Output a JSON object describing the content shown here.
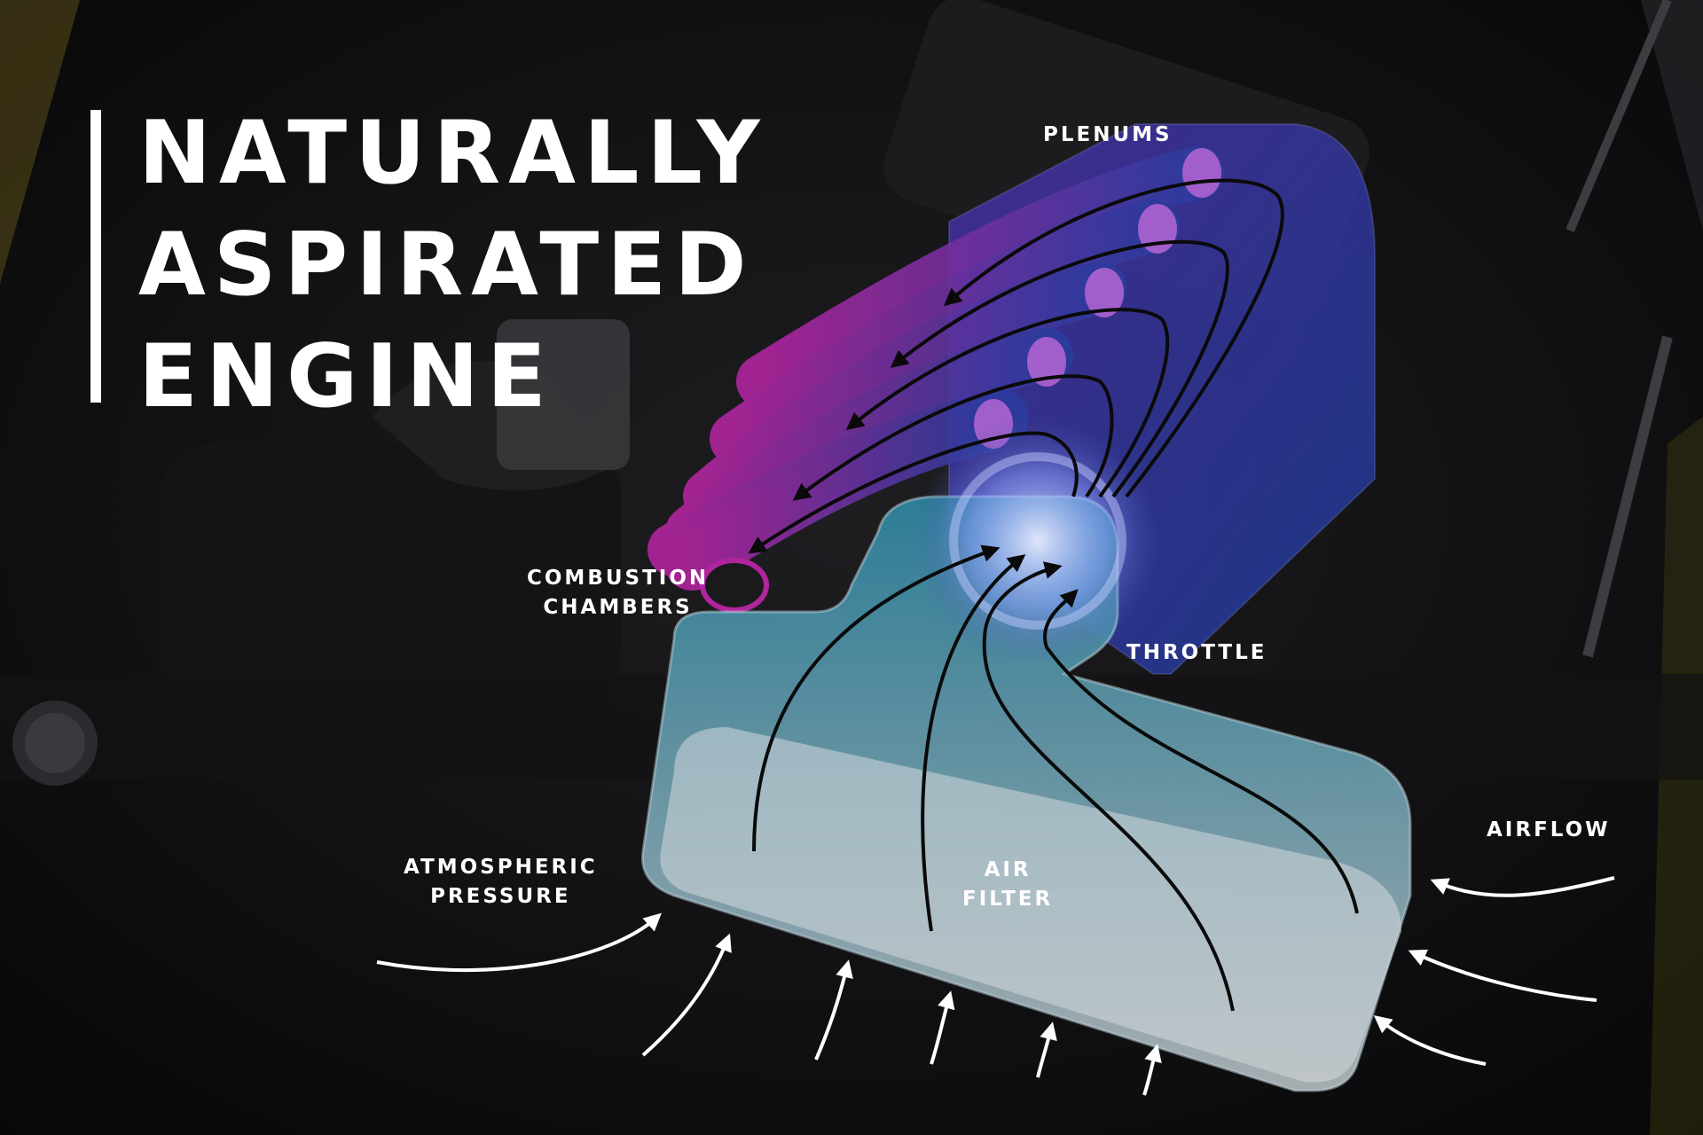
{
  "title": {
    "line1": "NATURALLY",
    "line2": "ASPIRATED",
    "line3": "ENGINE"
  },
  "labels": {
    "plenums": "PLENUMS",
    "combustion_line1": "COMBUSTION",
    "combustion_line2": "CHAMBERS",
    "throttle": "THROTTLE",
    "airflow": "AIRFLOW",
    "atmospheric_line1": "ATMOSPHERIC",
    "atmospheric_line2": "PRESSURE",
    "air_filter_line1": "AIR",
    "air_filter_line2": "FILTER"
  },
  "colors": {
    "plenum_magenta": "#b0259e",
    "plenum_blue": "#2c3c9e",
    "filter_teal": "#2f8aa6",
    "filter_light": "#bcc4c8",
    "text": "#ffffff",
    "arrow": "#ffffff",
    "flow_line": "#0a0a0a"
  },
  "icons": {
    "intake_arrows": "curved-arrow-icon",
    "flow_arrows": "curved-arrow-icon"
  }
}
